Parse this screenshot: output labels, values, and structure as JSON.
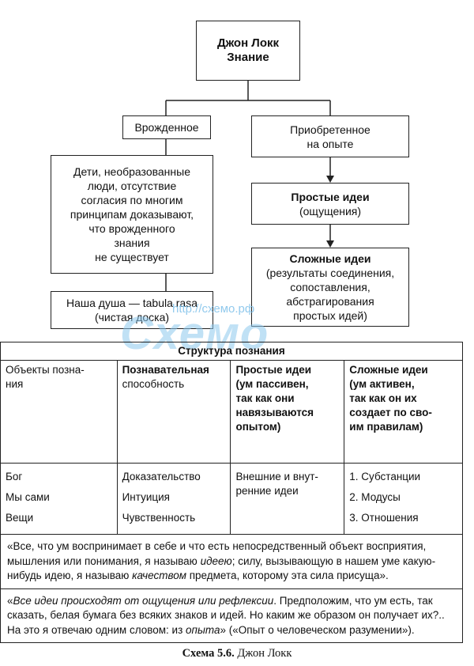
{
  "nodes": {
    "root": {
      "line1": "Джон Локк",
      "line2": "Знание"
    },
    "innate": {
      "label": "Врожденное"
    },
    "acquired": {
      "line1": "Приобретенное",
      "line2": "на опыте"
    },
    "children": {
      "lines": [
        "Дети, необразованные",
        "люди, отсутствие",
        "согласия по многим",
        "принципам доказывают,",
        "что врожденного",
        "знания",
        "не существует"
      ]
    },
    "soul": {
      "line1": "Наша душа — tabula rasa",
      "line2": "(чистая доска)"
    },
    "simple": {
      "line1": "Простые идеи",
      "line2": "(ощущения)"
    },
    "complex": {
      "line1": "Сложные идеи",
      "lines": [
        "(результаты соединения,",
        "сопоставления,",
        "абстрагирования",
        "простых идей)"
      ]
    }
  },
  "table": {
    "title": "Структура познания",
    "headers": [
      [
        "Объекты позна-",
        "ния"
      ],
      [
        "Познавательная",
        "способность"
      ],
      [
        "Простые идеи",
        "(ум пассивен,",
        "так как они",
        "навязываются",
        "опытом)"
      ],
      [
        "Сложные идеи",
        "(ум активен,",
        "так как он их",
        "создает по сво-",
        "им правилам)"
      ]
    ],
    "objects": [
      "Бог",
      "Мы сами",
      "Вещи"
    ],
    "abilities": [
      "Доказательство",
      "Интуиция",
      "Чувственность"
    ],
    "simple_ideas": [
      "Внешние и внут-",
      "ренние идеи"
    ],
    "complex_ideas": [
      "1. Субстанции",
      "2. Модусы",
      "3. Отношения"
    ],
    "quote1": {
      "p1": "«Все, что ум воспринимает в себе и что есть непосредственный объект восприятия, мышления или понимания, я называю ",
      "em1": "идеею",
      "p2": "; силу, вызывающую в нашем уме какую-нибудь идею, я называю ",
      "em2": "качеством",
      "p3": " предмета, которому эта сила присуща»."
    },
    "quote2": {
      "p0": "«",
      "em1": "Все идеи происходят от ощущения или рефлексии",
      "p1": ". Предположим, что ум есть, так сказать, белая бумага без всяких знаков и идей. Но каким же образом он получает их?.. На это я отвечаю одним словом: из ",
      "em2": "опыта",
      "p2": "» («Опыт о человеческом разумении»)."
    }
  },
  "caption": {
    "bold": "Схема 5.6.",
    "rest": " Джон Локк"
  },
  "watermark": {
    "url": "http://схемо.рф",
    "logo": "Схемо"
  }
}
